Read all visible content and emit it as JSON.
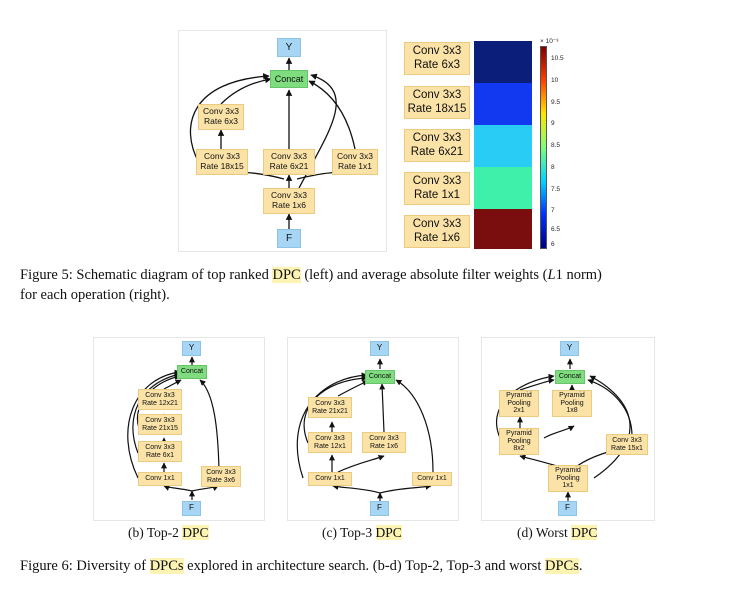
{
  "colors": {
    "io": "#a7d5f4",
    "concat": "#7fdc7f",
    "op": "#fbe3a8",
    "highlight": "#fdf3b2",
    "heat": [
      "#0a1e7a",
      "#1238f0",
      "#28ccf4",
      "#3ef0aa",
      "#7a0e0e"
    ],
    "colorbar_stops": [
      "#00007f",
      "#0030ff",
      "#00d4ff",
      "#7dff7a",
      "#ffe600",
      "#ff4000",
      "#7f0000"
    ]
  },
  "fig5": {
    "nodes": {
      "y": "Y",
      "concat": "Concat",
      "f": "F"
    },
    "ops": {
      "a": [
        "Conv 3x3",
        "Rate 6x3"
      ],
      "b": [
        "Conv 3x3",
        "Rate 18x15"
      ],
      "c": [
        "Conv 3x3",
        "Rate 6x21"
      ],
      "d": [
        "Conv 3x3",
        "Rate 1x1"
      ],
      "e": [
        "Conv 3x3",
        "Rate 1x6"
      ]
    },
    "weights": {
      "labels": [
        [
          "Conv 3x3",
          "Rate 6x3"
        ],
        [
          "Conv 3x3",
          "Rate 18x15"
        ],
        [
          "Conv 3x3",
          "Rate 6x21"
        ],
        [
          "Conv 3x3",
          "Rate 1x1"
        ],
        [
          "Conv 3x3",
          "Rate 1x6"
        ]
      ],
      "colorbar": {
        "exponent": "× 10⁻³",
        "ticks": [
          "10.5",
          "10",
          "9.5",
          "9",
          "8.5",
          "8",
          "7.5",
          "7",
          "6.5",
          "6"
        ]
      }
    },
    "caption": {
      "prefix": "Figure 5: Schematic diagram of top ranked ",
      "hl": "DPC",
      "mid": " (left) and average absolute filter weights (",
      "var": "L",
      "num": "1 norm)",
      "line2": "for each operation (right)."
    }
  },
  "fig6": {
    "b": {
      "nodes": {
        "y": "Y",
        "concat": "Concat",
        "f": "F"
      },
      "ops": {
        "n1": [
          "Conv 3x3",
          "Rate 12x21"
        ],
        "n2": [
          "Conv 3x3",
          "Rate 21x15"
        ],
        "n3": [
          "Conv 3x3",
          "Rate 6x1"
        ],
        "n4": [
          "Conv 1x1"
        ],
        "n5": [
          "Conv 3x3",
          "Rate 3x6"
        ]
      },
      "caption": {
        "prefix": "(b) Top-2 ",
        "hl": "DPC"
      }
    },
    "c": {
      "nodes": {
        "y": "Y",
        "concat": "Concat",
        "f": "F"
      },
      "ops": {
        "n1": [
          "Conv 3x3",
          "Rate 21x21"
        ],
        "n2": [
          "Conv 3x3",
          "Rate 12x1"
        ],
        "n3": [
          "Conv 3x3",
          "Rate 1x6"
        ],
        "n4": [
          "Conv 1x1"
        ],
        "n5": [
          "Conv 1x1"
        ]
      },
      "caption": {
        "prefix": "(c) Top-3 ",
        "hl": "DPC"
      }
    },
    "d": {
      "nodes": {
        "y": "Y",
        "concat": "Concat",
        "f": "F"
      },
      "ops": {
        "n1": [
          "Pyramid",
          "Pooling",
          "2x1"
        ],
        "n2": [
          "Pyramid",
          "Pooling",
          "1x8"
        ],
        "n3": [
          "Pyramid",
          "Pooling",
          "8x2"
        ],
        "n4": [
          "Conv 3x3",
          "Rate 15x1"
        ],
        "n5": [
          "Pyramid",
          "Pooling",
          "1x1"
        ]
      },
      "caption": {
        "prefix": "(d) Worst ",
        "hl": "DPC"
      }
    },
    "caption": {
      "p1": "Figure 6: Diversity of ",
      "hl1": "DPCs",
      "p2": " explored in architecture search. (b-d) Top-2, Top-3 and worst ",
      "hl2": "DPCs",
      "p3": "."
    }
  }
}
